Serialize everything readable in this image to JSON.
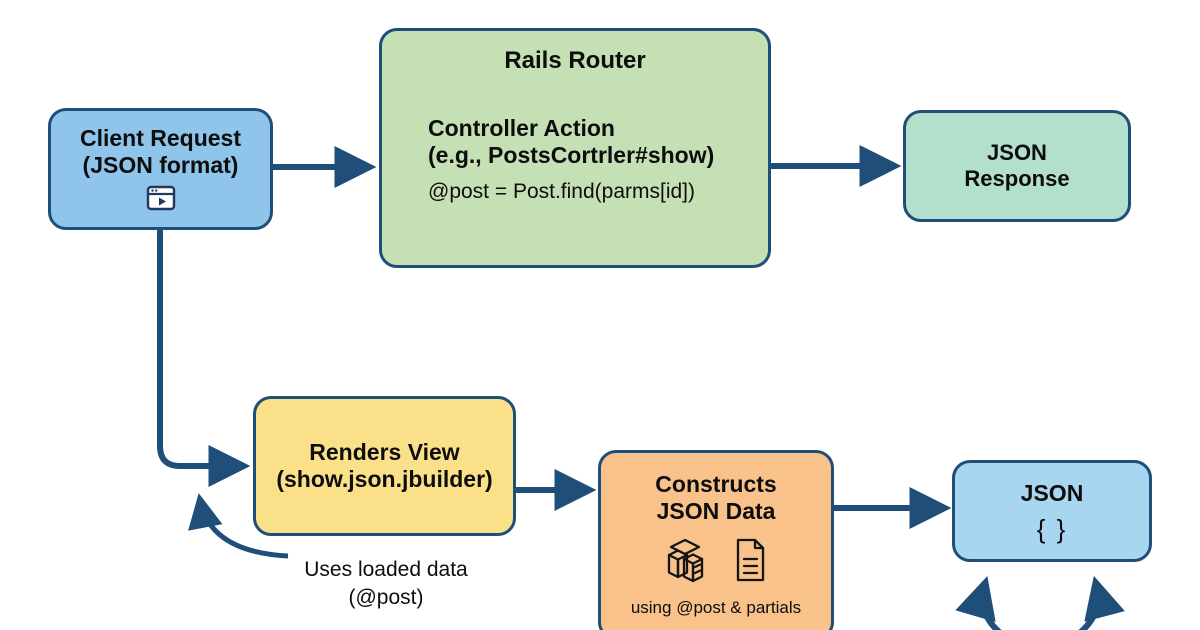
{
  "diagram": {
    "title": "Rails JSON request/response flow",
    "colors": {
      "stroke": "#1f4e79",
      "blue": "#8fc5ea",
      "green": "#c5e0b4",
      "teal": "#b3dfcd",
      "yellow": "#fbe08a",
      "orange": "#f8c28a",
      "light_blue": "#a8d5f0",
      "text": "#0d0d0d",
      "background": "#ffffff"
    },
    "nodes": {
      "client_request": {
        "title_line1": "Client Request",
        "title_line2": "(JSON format)",
        "icon": "browser-window-play-icon"
      },
      "rails_router": {
        "title": "Rails Router",
        "action_line1": "Controller Action",
        "action_line2": "(e.g., PostsCortrler#show)",
        "code": "@post = Post.find(parms[id])"
      },
      "json_response": {
        "title_line1": "JSON",
        "title_line2": "Response"
      },
      "renders_view": {
        "title_line1": "Renders View",
        "title_line2": "(show.json.jbuilder)"
      },
      "constructs_json": {
        "title_line1": "Constructs",
        "title_line2": "JSON Data",
        "icon_blocks": "stacked-blocks-icon",
        "icon_document": "document-lines-icon",
        "caption": "using @post & partials"
      },
      "json_output": {
        "title": "JSON",
        "braces": "{ }"
      }
    },
    "annotations": {
      "uses_loaded_data_line1": "Uses loaded data",
      "uses_loaded_data_line2": "(@post)"
    },
    "connectors": [
      {
        "name": "client-request-to-rails-router",
        "kind": "straight-arrow-right"
      },
      {
        "name": "rails-router-to-json-response",
        "kind": "straight-arrow-right"
      },
      {
        "name": "client-request-to-renders-view",
        "kind": "elbow-arrow-down-right"
      },
      {
        "name": "uses-loaded-data-to-renders-view",
        "kind": "curved-arrow-up"
      },
      {
        "name": "renders-view-to-constructs-json",
        "kind": "straight-arrow-right"
      },
      {
        "name": "constructs-json-to-json-output",
        "kind": "straight-arrow-right"
      },
      {
        "name": "curved-arrow-left-into-json-output",
        "kind": "curved-arrow-up"
      },
      {
        "name": "curved-arrow-right-into-json-output",
        "kind": "curved-arrow-up"
      }
    ]
  }
}
